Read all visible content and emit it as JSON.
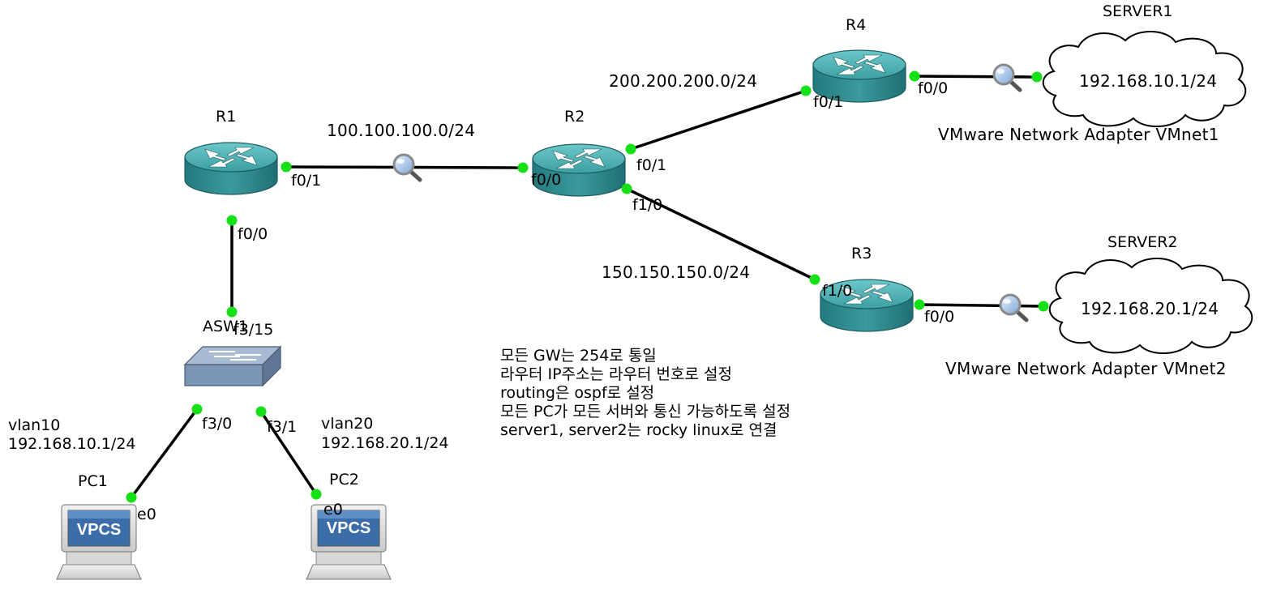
{
  "devices": {
    "r1": "R1",
    "r2": "R2",
    "r3": "R3",
    "r4": "R4",
    "switch": "ASW1",
    "pc1": "PC1",
    "pc2": "PC2",
    "server1": "SERVER1",
    "server2": "SERVER2",
    "vpcs_label": "VPCS"
  },
  "networks": {
    "r1_r2": "100.100.100.0/24",
    "r2_r4": "200.200.200.0/24",
    "r2_r3": "150.150.150.0/24"
  },
  "interfaces": {
    "r1_f01": "f0/1",
    "r1_f00": "f0/0",
    "r2_f00": "f0/0",
    "r2_f01": "f0/1",
    "r2_f10": "f1/0",
    "r4_f01": "f0/1",
    "r4_f00": "f0/0",
    "r3_f10": "f1/0",
    "r3_f00": "f0/0",
    "sw_f315": "f3/15",
    "sw_f30": "f3/0",
    "sw_f31": "f3/1",
    "pc1_e0": "e0",
    "pc2_e0": "e0"
  },
  "vlans": {
    "vlan10_name": "vlan10",
    "vlan10_net": "192.168.10.1/24",
    "vlan20_name": "vlan20",
    "vlan20_net": "192.168.20.1/24"
  },
  "clouds": {
    "server1_ip": "192.168.10.1/24",
    "server1_adapter": "VMware Network Adapter VMnet1",
    "server2_ip": "192.168.20.1/24",
    "server2_adapter": "VMware Network Adapter VMnet2"
  },
  "notes": [
    "모든 GW는 254로 통일",
    "라우터 IP주소는 라우터 번호로 설정",
    "routing은 ospf로 설정",
    "모든 PC가 모든 서버와 통신 가능하도록 설정",
    "server1, server2는 rocky linux로 연결"
  ],
  "colors": {
    "router_body": "#2f8f93",
    "router_top": "#4eb0b2",
    "link_dot": "#16e016",
    "switch_body": "#8fa6c2",
    "vpcs_screen": "#3b6ea8"
  }
}
